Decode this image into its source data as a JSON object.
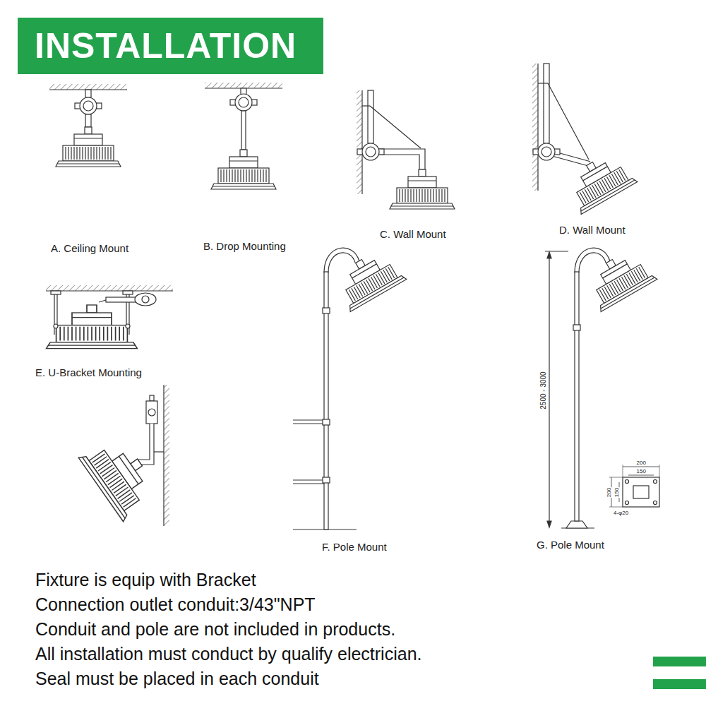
{
  "diagram": {
    "title": "INSTALLATION",
    "labels": [
      "A. Ceiling Mount",
      "B. Drop Mounting",
      "C. Wall Mount",
      "D. Wall Mount",
      "E. U-Bracket Mounting",
      "F. Pole Mount",
      "G. Pole Mount",
      "2500 - 3000",
      "200",
      "150",
      "200",
      "150",
      "4-φ20",
      "Fixture is equip with Bracket",
      "Connection outlet conduit:3/43\"NPT",
      "Conduit and pole are not included in products.",
      "All installation must conduct by qualify electrician.",
      "Seal must be placed in each conduit"
    ]
  }
}
